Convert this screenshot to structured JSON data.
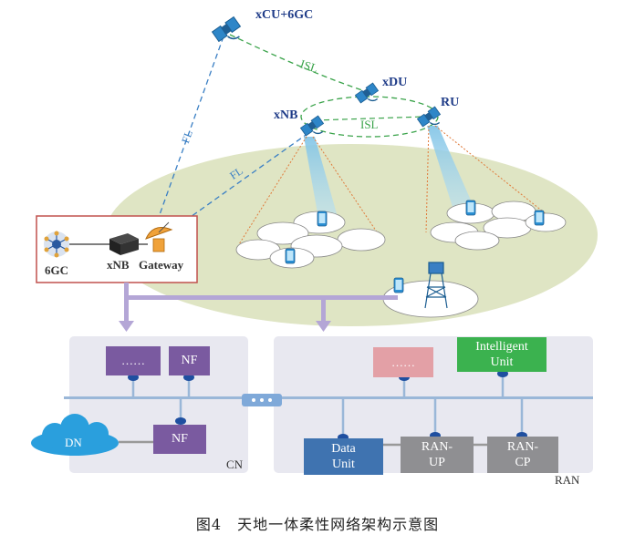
{
  "labels": {
    "xcu": "xCU+6GC",
    "xdu": "xDU",
    "xnb_top": "xNB",
    "ru": "RU",
    "isl_1": "ISL",
    "isl_2": "ISL",
    "fl_1": "FL",
    "fl_2": "FL",
    "six_gc": "6GC",
    "xnb_ground": "xNB",
    "gateway": "Gateway"
  },
  "cn": {
    "ellipsis": "……",
    "nf_top": "NF",
    "dn": "DN",
    "nf_bottom": "NF",
    "label": "CN"
  },
  "ran": {
    "ellipsis": "……",
    "intelligent_unit_line1": "Intelligent",
    "intelligent_unit_line2": "Unit",
    "data_unit_line1": "Data",
    "data_unit_line2": "Unit",
    "ran_up_line1": "RAN-",
    "ran_up_line2": "UP",
    "ran_cp_line1": "RAN-",
    "ran_cp_line2": "CP",
    "label": "RAN"
  },
  "caption": "图4　天地一体柔性网络架构示意图",
  "colors": {
    "purple_box": "#7a5aa0",
    "pink_box": "#e3a0a6",
    "green_box": "#3bb24f",
    "blue_box": "#3f73b0",
    "gray_box": "#8f8f92",
    "panel": "#e8e8f0",
    "ground": "#dfe5c4",
    "cloud": "#2a9fdd",
    "link_green": "#3aa34a",
    "link_blue": "#3a7fc4",
    "bus": "#9ab7d8"
  },
  "icons": [
    "satellite-icon",
    "phone-icon",
    "cell-tower-icon",
    "router-hub-icon",
    "network-box-icon",
    "dish-antenna-icon",
    "cloud-icon"
  ]
}
